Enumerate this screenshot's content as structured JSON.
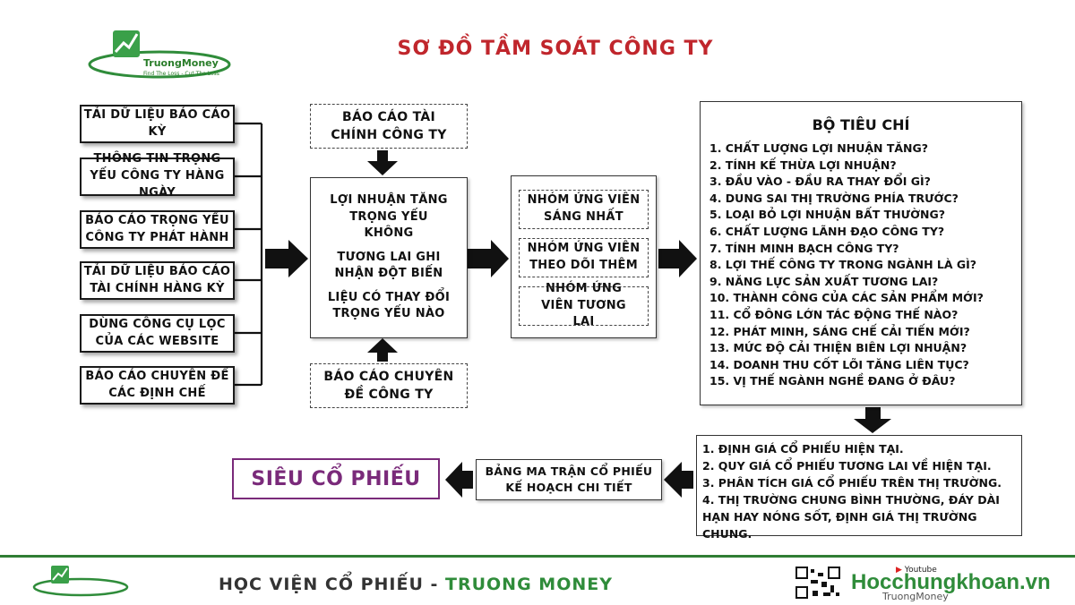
{
  "title": "SƠ ĐỒ TẦM SOÁT CÔNG TY",
  "logo": {
    "name": "TruongMoney",
    "tagline": "Find The Loss - Cut The Loss"
  },
  "sources": [
    "TẢI DỮ LIỆU BÁO CÁO KỲ",
    "THÔNG TIN TRỌNG YẾU CÔNG TY HÀNG NGÀY",
    "BÁO CÁO TRỌNG YẾU CÔNG TY PHÁT HÀNH",
    "TẢI DỮ LIỆU BÁO CÁO TÀI CHÍNH HÀNG KỲ",
    "DÙNG CÔNG CỤ LỌC CỦA CÁC WEBSITE",
    "BÁO CÁO CHUYÊN ĐỀ CÁC ĐỊNH CHẾ"
  ],
  "top_input": "BÁO CÁO TÀI CHÍNH CÔNG TY",
  "bottom_input": "BÁO CÁO CHUYÊN ĐỀ CÔNG TY",
  "analysis": {
    "q1": "LỢI NHUẬN TĂNG TRỌNG YẾU KHÔNG",
    "q2": "TƯƠNG LAI GHI NHẬN ĐỘT BIẾN",
    "q3": "LIỆU CÓ THAY ĐỔI TRỌNG YẾU NÀO"
  },
  "groups": [
    "NHÓM ỨNG VIÊN SÁNG NHẤT",
    "NHÓM ỨNG VIÊN THEO DÕI THÊM",
    "NHÓM ỨNG VIÊN TƯƠNG LAI"
  ],
  "criteria": {
    "title": "BỘ TIÊU CHÍ",
    "items": [
      "1. CHẤT LƯỢNG LỢI NHUẬN TĂNG?",
      "2. TÍNH KẾ THỪA LỢI NHUẬN?",
      "3. ĐẦU VÀO - ĐẦU RA THAY ĐỔI GÌ?",
      "4. DUNG SAI THỊ TRƯỜNG PHÍA TRƯỚC?",
      "5. LOẠI BỎ LỢI NHUẬN BẤT THƯỜNG?",
      "6. CHẤT LƯỢNG LÃNH ĐẠO CÔNG TY?",
      "7. TÍNH MINH BẠCH CÔNG TY?",
      "8. LỢI THẾ CÔNG TY TRONG NGÀNH LÀ GÌ?",
      "9. NĂNG LỰC SẢN XUẤT TƯƠNG LAI?",
      "10. THÀNH CÔNG CỦA CÁC SẢN PHẨM MỚI?",
      "11. CỔ ĐÔNG LỚN TÁC ĐỘNG THẾ NÀO?",
      "12. PHÁT MINH, SÁNG CHẾ CẢI TIẾN MỚI?",
      "13. MỨC ĐỘ CẢI THIỆN BIÊN LỢI NHUẬN?",
      "14. DOANH THU CỐT LÕI TĂNG LIÊN TỤC?",
      "15. VỊ THẾ NGÀNH NGHỀ ĐANG Ở ĐÂU?"
    ]
  },
  "valuation": [
    "1. ĐỊNH GIÁ CỔ PHIẾU HIỆN TẠI.",
    "2. QUY GIÁ CỔ PHIẾU TƯƠNG LAI VỀ HIỆN TẠI.",
    "3. PHÂN TÍCH GIÁ CỔ PHIẾU TRÊN THỊ TRƯỜNG.",
    "4. THỊ TRƯỜNG CHUNG BÌNH THƯỜNG, ĐÁY DÀI HẠN HAY NÓNG SỐT, ĐỊNH GIÁ THỊ TRƯỜNG CHUNG."
  ],
  "matrix": "BẢNG MA TRẬN CỔ PHIẾU KẾ HOẠCH CHI TIẾT",
  "result": "SIÊU CỔ PHIẾU",
  "footer": {
    "academy": "HỌC VIỆN CỔ PHIẾU - ",
    "brand_name": "TRUONG MONEY",
    "site": "Hocchungkhoan.vn",
    "youtube": "Youtube",
    "channel": "TruongMoney"
  },
  "colors": {
    "title": "#c0262c",
    "result": "#7a2a7a",
    "brand_green": "#2f8c3a"
  }
}
